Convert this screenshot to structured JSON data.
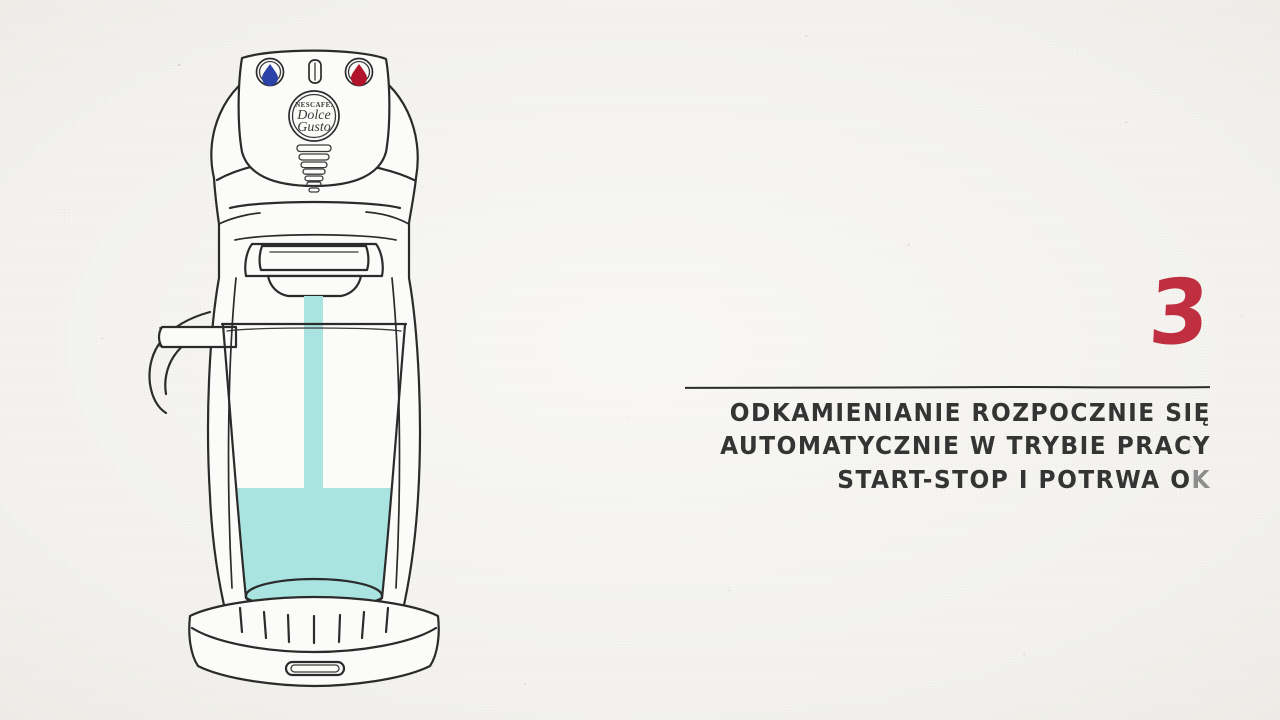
{
  "scene": {
    "title": "NESCAFE Dolce Gusto - Odkamienianie - Krok 3",
    "background_color": "#f4f3ef",
    "ink_color": "#2b2b2b",
    "accent_red": "#bf2f40",
    "water_color": "#a9e4e1"
  },
  "caption": {
    "step_number": "3",
    "lines": [
      {
        "text": "ODKAMIENIANIE ROZPOCZNIE SIĘ",
        "tail": ""
      },
      {
        "text": "AUTOMATYCZNIE W TRYBIE PRACY",
        "tail": ""
      },
      {
        "text": "START-STOP I POTRWA O",
        "tail": "K"
      }
    ]
  },
  "machine": {
    "brand_line_1": "NESCAFE.",
    "brand_line_2": "Dolce",
    "brand_line_3": "Gusto",
    "controls": {
      "cold_water_label": "cold-water-droplet",
      "hot_water_label": "hot-water-droplet",
      "toggle_label": "temperature-toggle-switch",
      "slider_label": "volume-level-slider"
    },
    "water_fill_percent": 36,
    "state": "pouring"
  }
}
